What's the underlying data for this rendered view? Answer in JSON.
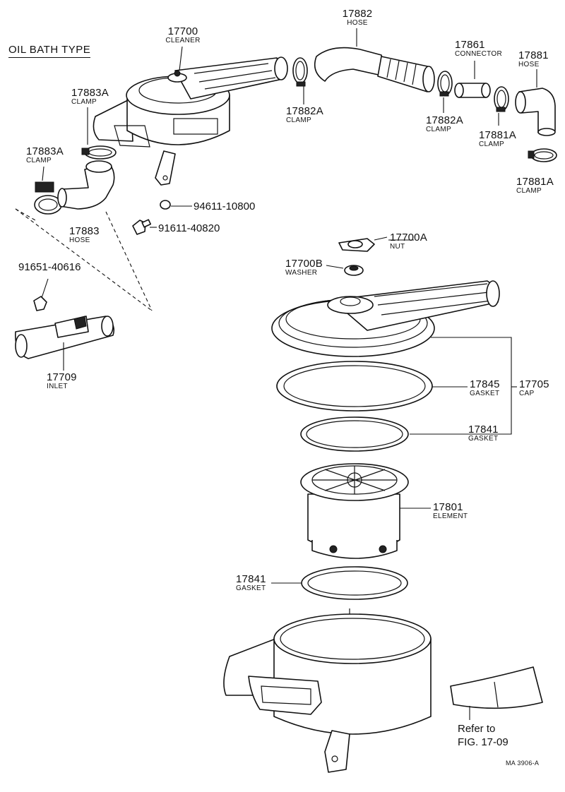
{
  "title": "OIL BATH TYPE",
  "labels": [
    {
      "id": "17700",
      "number": "17700",
      "name": "CLEANER"
    },
    {
      "id": "17882",
      "number": "17882",
      "name": "HOSE"
    },
    {
      "id": "17861",
      "number": "17861",
      "name": "CONNECTOR"
    },
    {
      "id": "17881",
      "number": "17881",
      "name": "HOSE"
    },
    {
      "id": "17883A-top",
      "number": "17883A",
      "name": "CLAMP"
    },
    {
      "id": "17883A-left",
      "number": "17883A",
      "name": "CLAMP"
    },
    {
      "id": "17882A-a",
      "number": "17882A",
      "name": "CLAMP"
    },
    {
      "id": "17882A-b",
      "number": "17882A",
      "name": "CLAMP"
    },
    {
      "id": "17881A-a",
      "number": "17881A",
      "name": "CLAMP"
    },
    {
      "id": "17881A-b",
      "number": "17881A",
      "name": "CLAMP"
    },
    {
      "id": "17883",
      "number": "17883",
      "name": "HOSE"
    },
    {
      "id": "17709",
      "number": "17709",
      "name": "INLET"
    },
    {
      "id": "17700A",
      "number": "17700A",
      "name": "NUT"
    },
    {
      "id": "17700B",
      "number": "17700B",
      "name": "WASHER"
    },
    {
      "id": "17845",
      "number": "17845",
      "name": "GASKET"
    },
    {
      "id": "17705",
      "number": "17705",
      "name": "CAP"
    },
    {
      "id": "17841-a",
      "number": "17841",
      "name": "GASKET"
    },
    {
      "id": "17801",
      "number": "17801",
      "name": "ELEMENT"
    },
    {
      "id": "17841-b",
      "number": "17841",
      "name": "GASKET"
    }
  ],
  "part_numbers": [
    "94611-10800",
    "91611-40820",
    "91651-40616"
  ],
  "refer": {
    "line1": "Refer to",
    "line2": "FIG. 17-09"
  },
  "drawing_code": "MA  3906-A"
}
